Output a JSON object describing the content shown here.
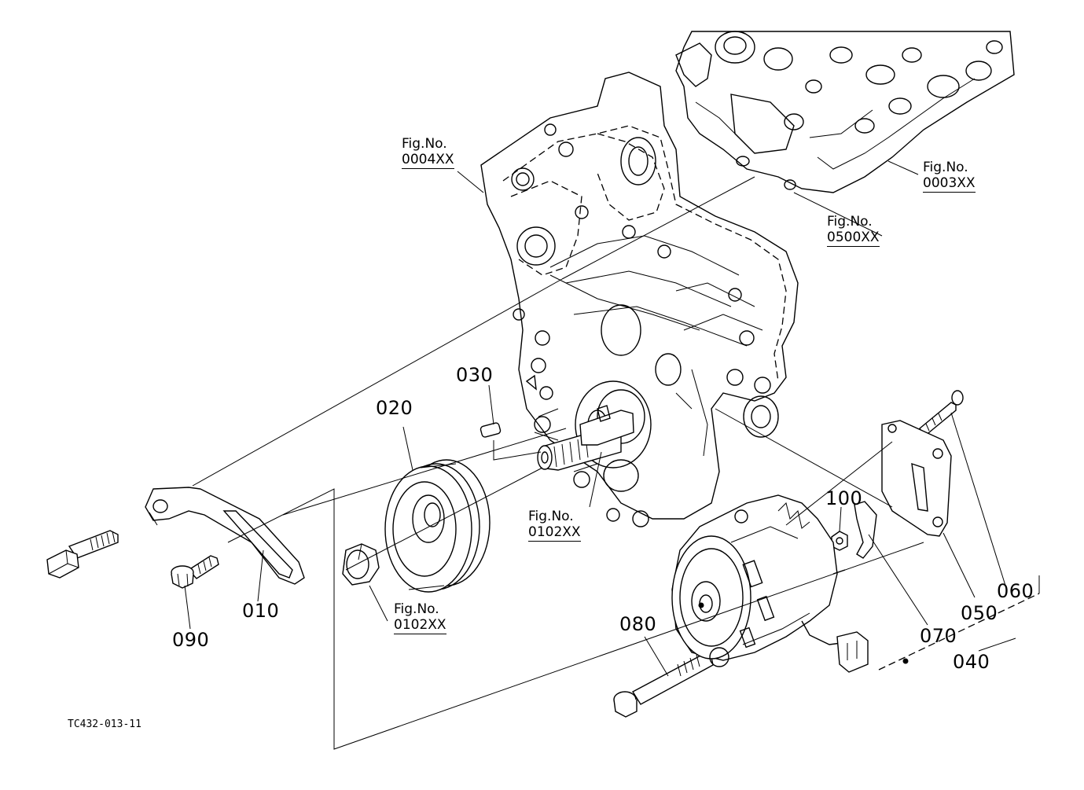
{
  "diagram": {
    "code": "TC432-013-11",
    "part_labels": {
      "p010": "010",
      "p020": "020",
      "p030": "030",
      "p040": "040",
      "p050": "050",
      "p060": "060",
      "p070": "070",
      "p080": "080",
      "p090": "090",
      "p100": "100"
    },
    "figure_refs": {
      "fig_0004": {
        "prefix": "Fig.No.",
        "number": "0004XX"
      },
      "fig_0003": {
        "prefix": "Fig.No.",
        "number": "0003XX"
      },
      "fig_0500": {
        "prefix": "Fig.No.",
        "number": "0500XX"
      },
      "fig_0102_shaft": {
        "prefix": "Fig.No.",
        "number": "0102XX"
      },
      "fig_0102_nut": {
        "prefix": "Fig.No.",
        "number": "0102XX"
      }
    }
  }
}
